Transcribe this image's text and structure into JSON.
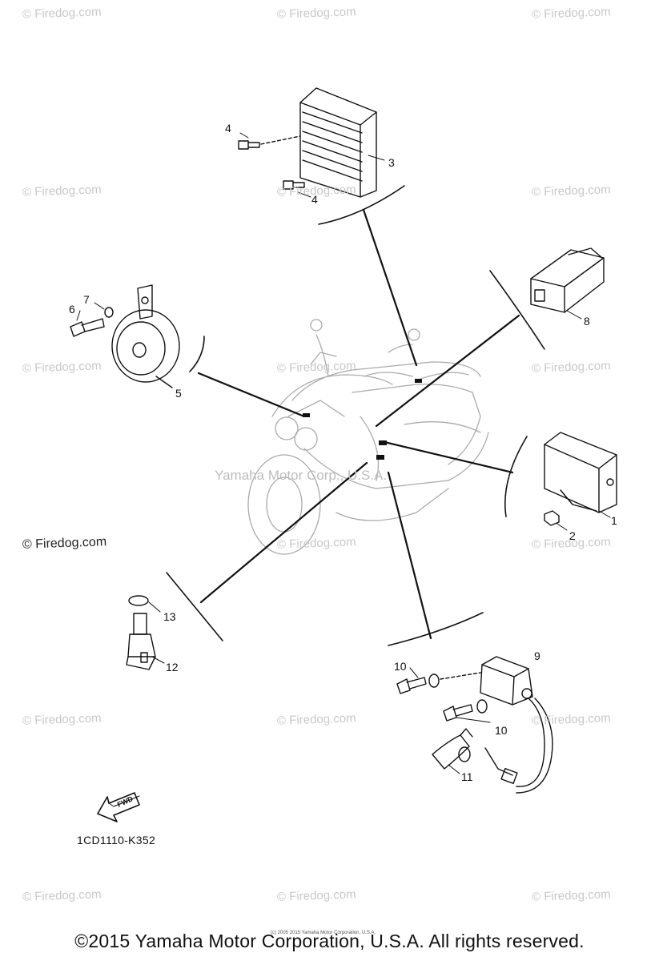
{
  "watermark": "© Firedog.com",
  "center_watermark": "Yamaha Motor Corp., U.S.A.",
  "part_code": "1CD1110-K352",
  "fwd_label": "FWD",
  "copyright": "©2015 Yamaha Motor Corporation, U.S.A. All rights reserved.",
  "tiny_copyright": "(c) 2005 2015 Yamaha Motor Corporation, U.S.A.",
  "callouts": {
    "c1": "1",
    "c2": "2",
    "c3": "3",
    "c4a": "4",
    "c4b": "4",
    "c5": "5",
    "c6": "6",
    "c7": "7",
    "c8": "8",
    "c9": "9",
    "c10a": "10",
    "c10b": "10",
    "c11": "11",
    "c12": "12",
    "c13": "13"
  },
  "colors": {
    "line": "#111111",
    "watermark": "#c8c8c8"
  }
}
